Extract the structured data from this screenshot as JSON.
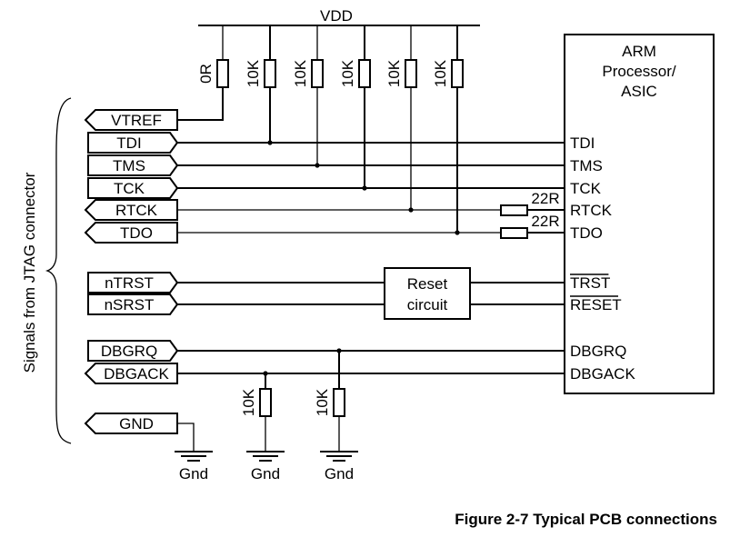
{
  "figure": {
    "caption": "Figure 2-7 Typical PCB connections",
    "supply_label": "VDD",
    "connector_brace_label": "Signals from JTAG connector",
    "chip": {
      "title_lines": [
        "ARM",
        "Processor/",
        "ASIC"
      ],
      "pins": [
        {
          "name": "TDI",
          "overline": false
        },
        {
          "name": "TMS",
          "overline": false
        },
        {
          "name": "TCK",
          "overline": false
        },
        {
          "name": "RTCK",
          "overline": false
        },
        {
          "name": "TDO",
          "overline": false
        },
        {
          "name": "TRST",
          "overline": true
        },
        {
          "name": "RESET",
          "overline": true
        },
        {
          "name": "DBGRQ",
          "overline": false
        },
        {
          "name": "DBGACK",
          "overline": false
        }
      ]
    },
    "connector_signals": [
      {
        "name": "VTREF",
        "direction": "in"
      },
      {
        "name": "TDI",
        "direction": "out"
      },
      {
        "name": "TMS",
        "direction": "out"
      },
      {
        "name": "TCK",
        "direction": "out"
      },
      {
        "name": "RTCK",
        "direction": "in"
      },
      {
        "name": "TDO",
        "direction": "in"
      },
      {
        "name": "nTRST",
        "direction": "out"
      },
      {
        "name": "nSRST",
        "direction": "out"
      },
      {
        "name": "DBGRQ",
        "direction": "out"
      },
      {
        "name": "DBGACK",
        "direction": "in"
      },
      {
        "name": "GND",
        "direction": "in"
      }
    ],
    "pullup_resistors": [
      {
        "value": "0R",
        "net": "VTREF"
      },
      {
        "value": "10K",
        "net": "TDI"
      },
      {
        "value": "10K",
        "net": "TMS"
      },
      {
        "value": "10K",
        "net": "TCK"
      },
      {
        "value": "10K",
        "net": "RTCK"
      },
      {
        "value": "10K",
        "net": "TDO"
      }
    ],
    "series_resistors": [
      {
        "value": "22R",
        "net": "RTCK"
      },
      {
        "value": "22R",
        "net": "TDO"
      }
    ],
    "reset_block": {
      "lines": [
        "Reset",
        "circuit"
      ]
    },
    "pulldown_resistors": [
      {
        "value": "10K",
        "net": "DBGACK"
      },
      {
        "value": "10K",
        "net": "DBGRQ"
      }
    ],
    "ground_labels": [
      "Gnd",
      "Gnd",
      "Gnd"
    ]
  }
}
